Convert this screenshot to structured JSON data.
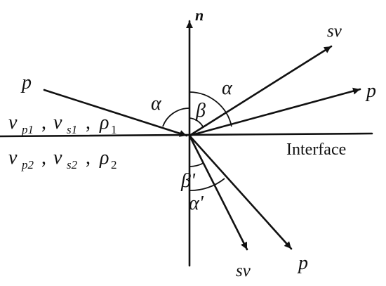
{
  "labels": {
    "normal": "n",
    "incident_p": "p",
    "reflected_sv": "sv",
    "reflected_p": "p",
    "transmitted_sv": "sv",
    "transmitted_p": "p",
    "interface": "Interface",
    "medium1": "v_{p1}, v_{s1}, ρ_1",
    "medium2": "v_{p2}, v_{s2}, ρ_2",
    "alpha_incident": "α",
    "alpha_reflected": "α",
    "beta_reflected": "β",
    "beta_transmitted": "β'",
    "alpha_transmitted": "α'"
  },
  "medium1": {
    "v": "v",
    "p_sub": "p1",
    "vs": "v",
    "s_sub": "s1",
    "rho": "ρ",
    "rho_sub": "1"
  },
  "medium2": {
    "v": "v",
    "p_sub": "p2",
    "vs": "v",
    "s_sub": "s2",
    "rho": "ρ",
    "rho_sub": "2"
  }
}
